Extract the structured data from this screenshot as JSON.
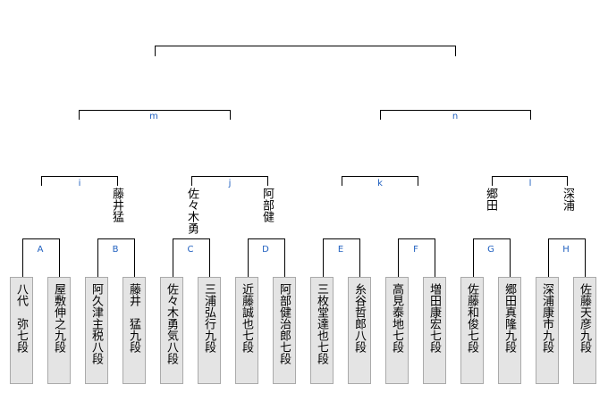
{
  "bracket": {
    "first_round": [
      {
        "label": "A",
        "players": [
          "八代　弥七段",
          "屋敷伸之九段"
        ]
      },
      {
        "label": "B",
        "players": [
          "阿久津主税八段",
          "藤井　猛九段"
        ]
      },
      {
        "label": "C",
        "players": [
          "佐々木勇気八段",
          "三浦弘行九段"
        ]
      },
      {
        "label": "D",
        "players": [
          "近藤誠也七段",
          "阿部健治郎七段"
        ]
      },
      {
        "label": "E",
        "players": [
          "三枚堂達也七段",
          "糸谷哲郎八段"
        ]
      },
      {
        "label": "F",
        "players": [
          "高見泰地七段",
          "増田康宏七段"
        ]
      },
      {
        "label": "G",
        "players": [
          "佐藤和俊七段",
          "郷田真隆九段"
        ]
      },
      {
        "label": "H",
        "players": [
          "深浦康市九段",
          "佐藤天彦九段"
        ]
      }
    ],
    "second_round": [
      {
        "label": "i",
        "winners": [
          "",
          "藤井猛"
        ]
      },
      {
        "label": "j",
        "winners": [
          "佐々木勇",
          "阿部健"
        ]
      },
      {
        "label": "k",
        "winners": [
          "",
          ""
        ]
      },
      {
        "label": "l",
        "winners": [
          "郷田",
          "深浦"
        ]
      }
    ],
    "semifinals": [
      {
        "label": "m"
      },
      {
        "label": "n"
      }
    ]
  }
}
